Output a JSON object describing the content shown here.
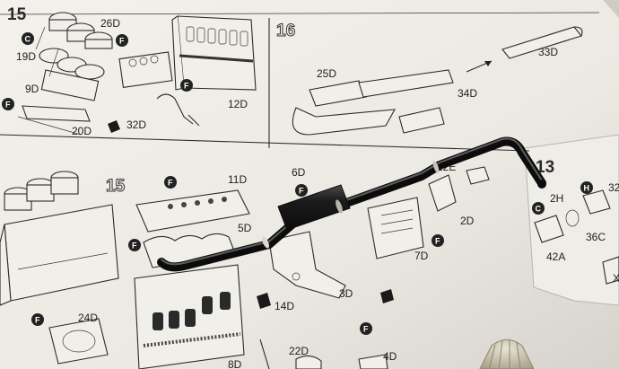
{
  "steps": [
    "15",
    "16",
    "15",
    "13"
  ],
  "badges": [
    "C",
    "F",
    "H"
  ],
  "part_labels": [
    "26D",
    "19D",
    "9D",
    "20D",
    "32D",
    "12D",
    "33D",
    "25D",
    "34D",
    "6D",
    "11D",
    "12E",
    "2D",
    "5D",
    "7D",
    "3D",
    "14D",
    "24D",
    "22D",
    "4D",
    "8D",
    "2H",
    "32",
    "36C",
    "42A",
    "X"
  ],
  "colors": {
    "paper": "#f1efea",
    "ink": "#2b2b2b",
    "sprue": "#161616",
    "background": "#d9d6cf"
  }
}
